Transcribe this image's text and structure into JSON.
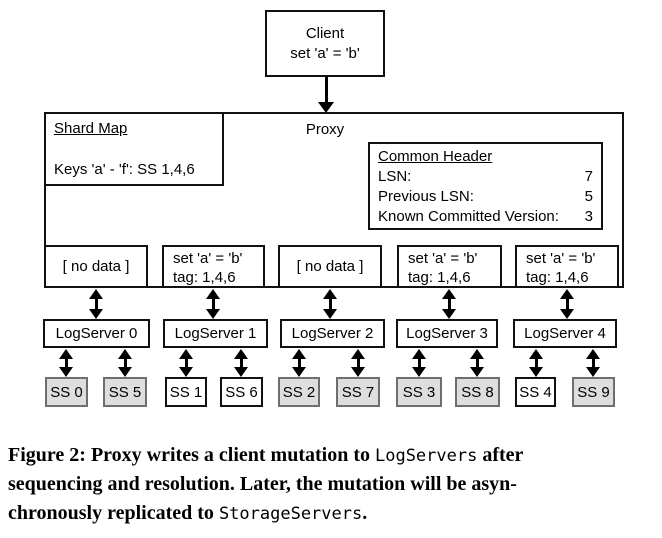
{
  "client": {
    "title": "Client",
    "mutation": "set 'a' = 'b'"
  },
  "proxy": {
    "label": "Proxy",
    "shard_map": {
      "title": "Shard Map",
      "entry": "Keys 'a' - 'f': SS 1,4,6"
    },
    "common_header": {
      "title": "Common Header",
      "rows": [
        {
          "label": "LSN:",
          "value": "7"
        },
        {
          "label": "Previous LSN:",
          "value": "5"
        },
        {
          "label": "Known Committed Version:",
          "value": "3"
        }
      ]
    },
    "log_entries": [
      {
        "line1": "[ no data ]",
        "line2": ""
      },
      {
        "line1": "set 'a' = 'b'",
        "line2": "tag: 1,4,6"
      },
      {
        "line1": "[ no data ]",
        "line2": ""
      },
      {
        "line1": "set 'a' = 'b'",
        "line2": "tag: 1,4,6"
      },
      {
        "line1": "set 'a' = 'b'",
        "line2": "tag: 1,4,6"
      }
    ]
  },
  "log_servers": [
    "LogServer 0",
    "LogServer 1",
    "LogServer 2",
    "LogServer 3",
    "LogServer 4"
  ],
  "storage_servers": [
    {
      "label": "SS 0",
      "highlighted": false
    },
    {
      "label": "SS 5",
      "highlighted": false
    },
    {
      "label": "SS 1",
      "highlighted": true
    },
    {
      "label": "SS 6",
      "highlighted": true
    },
    {
      "label": "SS 2",
      "highlighted": false
    },
    {
      "label": "SS 7",
      "highlighted": false
    },
    {
      "label": "SS 3",
      "highlighted": false
    },
    {
      "label": "SS 8",
      "highlighted": false
    },
    {
      "label": "SS 4",
      "highlighted": true
    },
    {
      "label": "SS 9",
      "highlighted": false
    }
  ],
  "colors": {
    "stroke": "#111111",
    "storage_server_fill": "#dedede",
    "storage_server_border": "#6e6e6e",
    "highlight_fill": "#ffffff"
  },
  "caption": {
    "lines": [
      {
        "pre": "Figure 2: Proxy writes a client mutation to ",
        "mono": "LogServers",
        "post": " after"
      },
      {
        "pre": "sequencing and resolution. Later, the mutation will be asyn-",
        "mono": "",
        "post": ""
      },
      {
        "pre": "chronously replicated to ",
        "mono": "StorageServers",
        "post": "."
      }
    ]
  }
}
